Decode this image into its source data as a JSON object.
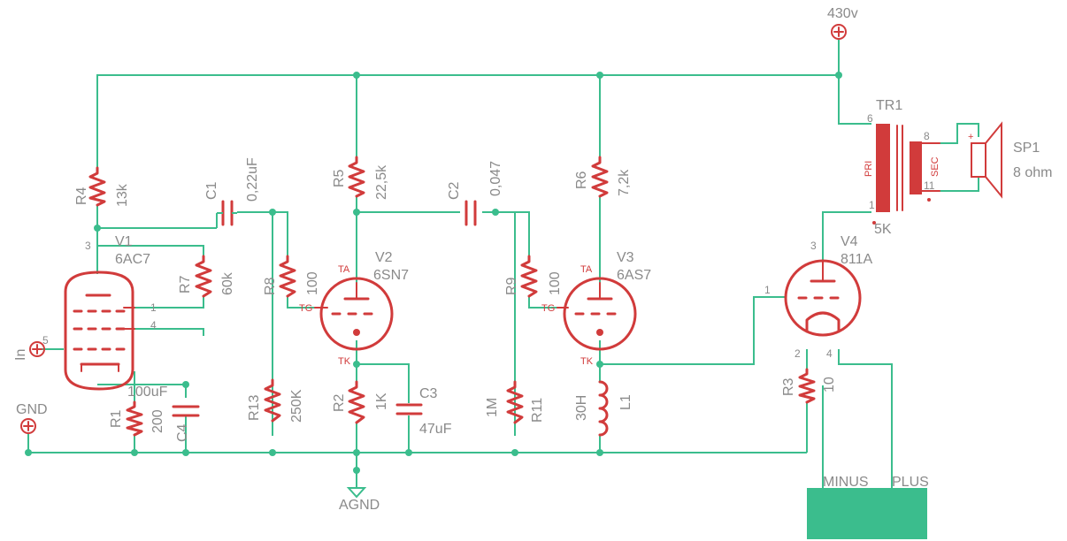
{
  "supply": {
    "voltage": "430v"
  },
  "labels": {
    "gnd": "GND",
    "agnd": "AGND",
    "input": "In",
    "minus": "MINUS",
    "plus": "PLUS"
  },
  "tubes": {
    "v1": {
      "name": "V1",
      "type": "6AC7",
      "pin3": "3",
      "pin1": "1",
      "pin4": "4",
      "pin5": "5"
    },
    "v2": {
      "name": "V2",
      "type": "6SN7",
      "ta": "TA",
      "tg": "TG",
      "tk": "TK"
    },
    "v3": {
      "name": "V3",
      "type": "6AS7",
      "ta": "TA",
      "tg": "TG",
      "tk": "TK"
    },
    "v4": {
      "name": "V4",
      "type": "811A",
      "pin1": "1",
      "pin2": "2",
      "pin3": "3",
      "pin4": "4"
    }
  },
  "resistors": {
    "r1": {
      "name": "R1",
      "value": "200"
    },
    "r2": {
      "name": "R2",
      "value": "1K"
    },
    "r3": {
      "name": "R3",
      "value": "10"
    },
    "r4": {
      "name": "R4",
      "value": "13k"
    },
    "r5": {
      "name": "R5",
      "value": "22,5k"
    },
    "r6": {
      "name": "R6",
      "value": "7,2k"
    },
    "r7": {
      "name": "R7",
      "value": "60k"
    },
    "r8": {
      "name": "R8",
      "value": "100"
    },
    "r9": {
      "name": "R9",
      "value": "100"
    },
    "r11": {
      "name": "R11",
      "value": "1M"
    },
    "r13": {
      "name": "R13",
      "value": "250K"
    }
  },
  "capacitors": {
    "c1": {
      "name": "C1",
      "value": "0,22uF"
    },
    "c2": {
      "name": "C2",
      "value": "0,047"
    },
    "c3": {
      "name": "C3",
      "value": "47uF"
    },
    "c4": {
      "name": "C4",
      "value": "100uF"
    }
  },
  "inductor": {
    "name": "L1",
    "value": "30H"
  },
  "transformer": {
    "name": "TR1",
    "pri": "PRI",
    "sec": "SEC",
    "pin6": "6",
    "pin1": "1",
    "pin8": "8",
    "pin11": "11",
    "impedance": "5K"
  },
  "speaker": {
    "name": "SP1",
    "value": "8 ohm",
    "plus": "+"
  },
  "colors": {
    "wire": "#3bbd8d",
    "part": "#d13b3b",
    "text": "#8a8a8a",
    "box": "#3bbd8d"
  }
}
